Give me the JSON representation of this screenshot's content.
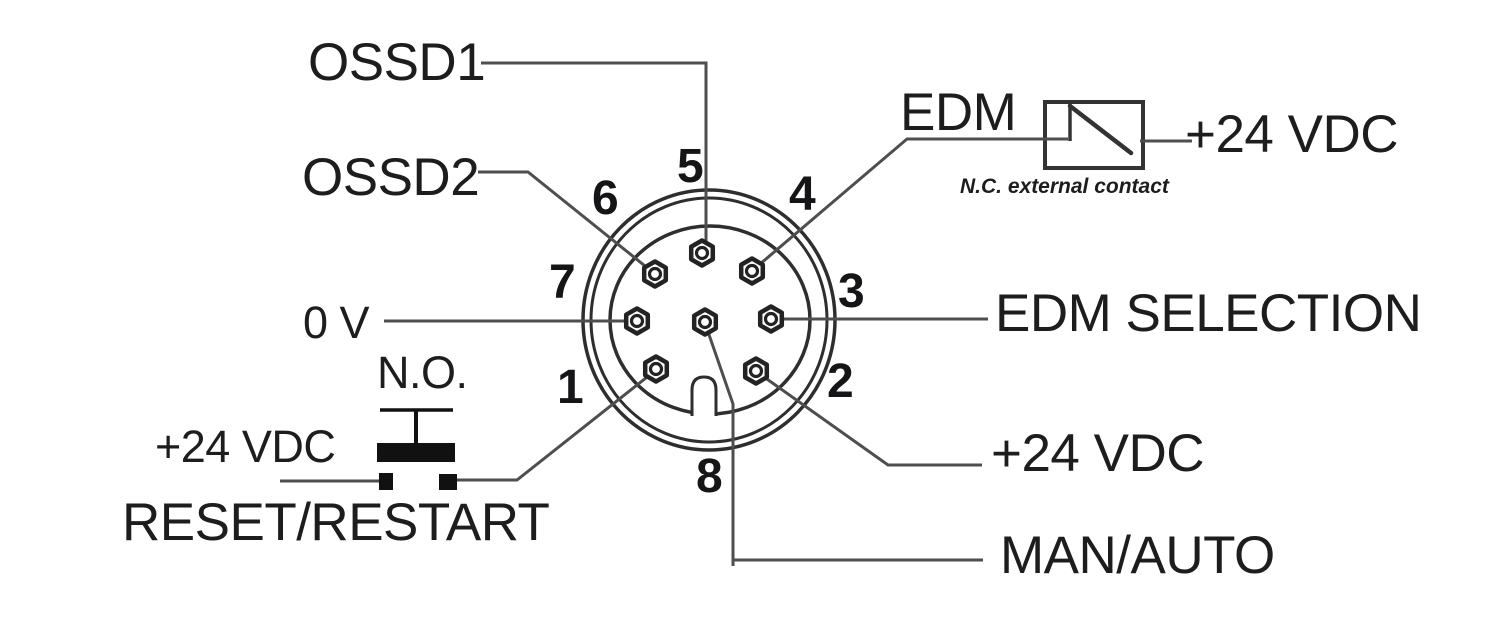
{
  "diagram_type": "8-pin connector pinout wiring diagram",
  "connector": {
    "pin_numbers": {
      "p1": "1",
      "p2": "2",
      "p3": "3",
      "p4": "4",
      "p5": "5",
      "p6": "6",
      "p7": "7",
      "p8": "8"
    },
    "connections": [
      {
        "pin": "1",
        "signal": "RESET/RESTART",
        "detail": "+24 VDC through N.O. pushbutton"
      },
      {
        "pin": "2",
        "signal": "+24 VDC"
      },
      {
        "pin": "3",
        "signal": "EDM SELECTION"
      },
      {
        "pin": "4",
        "signal": "EDM",
        "detail": "+24 VDC through N.C. external contact"
      },
      {
        "pin": "5",
        "signal": "OSSD1"
      },
      {
        "pin": "6",
        "signal": "OSSD2"
      },
      {
        "pin": "7",
        "signal": "0 V"
      },
      {
        "pin": "8",
        "signal": "MAN/AUTO"
      }
    ]
  },
  "labels": {
    "ossd1": "OSSD1",
    "ossd2": "OSSD2",
    "zero_v": "0 V",
    "no_contact": "N.O.",
    "plus24_reset": "+24 VDC",
    "reset_restart": "RESET/RESTART",
    "edm": "EDM",
    "plus24_edm": "+24 VDC",
    "nc_note": "N.C. external contact",
    "edm_selection": "EDM SELECTION",
    "plus24_pin2": "+24 VDC",
    "man_auto": "MAN/AUTO"
  },
  "colors": {
    "background": "#ffffff",
    "wire": "#4e4e4e",
    "outline": "#2e2e2e",
    "text": "#1d1d1f",
    "symbol": "#111111"
  }
}
